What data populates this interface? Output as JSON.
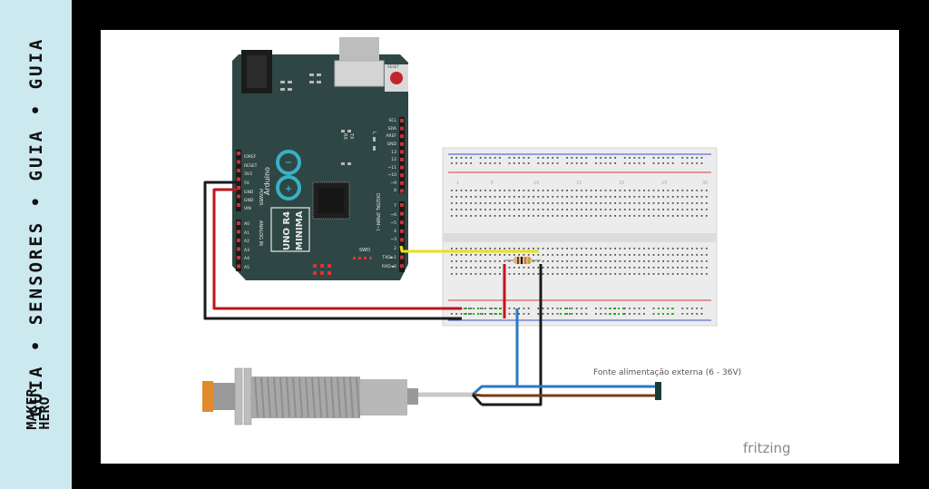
{
  "sidebar": {
    "text": "GUIA • SENSORES • GUIA • GUIA",
    "logo_line1": "MAKER",
    "logo_line2": "HERO"
  },
  "board": {
    "brand": "Arduino",
    "model_line1": "UNO R4",
    "model_line2": "MINIMA",
    "power_header": "POWER",
    "analog_header": "ANALOG IN",
    "digital_header": "DIGITAL (PWM~)",
    "reset_label": "RESET",
    "power_pins": [
      "IOREF",
      "RESET",
      "3V3",
      "5V",
      "GND",
      "GND",
      "VIN"
    ],
    "analog_pins": [
      "A0",
      "A1",
      "A2",
      "A3",
      "A4",
      "A5"
    ],
    "top_pins": [
      "SCL",
      "SDA",
      "AREF",
      "GND",
      "13",
      "12",
      "~11",
      "~10",
      "~9",
      "8"
    ],
    "bottom_pins": [
      "7",
      "~6",
      "~5",
      "4",
      "~3",
      "2",
      "TXD►1",
      "RXD◄0"
    ],
    "led_labels": [
      "RX",
      "TX",
      "L"
    ],
    "swd_label": "SWD"
  },
  "breadboard": {
    "column_numbers": [
      "1",
      "5",
      "10",
      "15",
      "20",
      "25",
      "30"
    ]
  },
  "sensor": {
    "power_label": "Fonte alimentação externa (6 - 36V)"
  },
  "watermark": "fritzing",
  "colors": {
    "sidebar_bg": "#cde9f0",
    "board": "#2f4744",
    "wire_red": "#c0141a",
    "wire_black": "#1a1a1a",
    "wire_yellow": "#e7e01c",
    "wire_blue": "#2a78c4",
    "wire_brown": "#7a3b12",
    "breadboard": "#eeeeee"
  }
}
